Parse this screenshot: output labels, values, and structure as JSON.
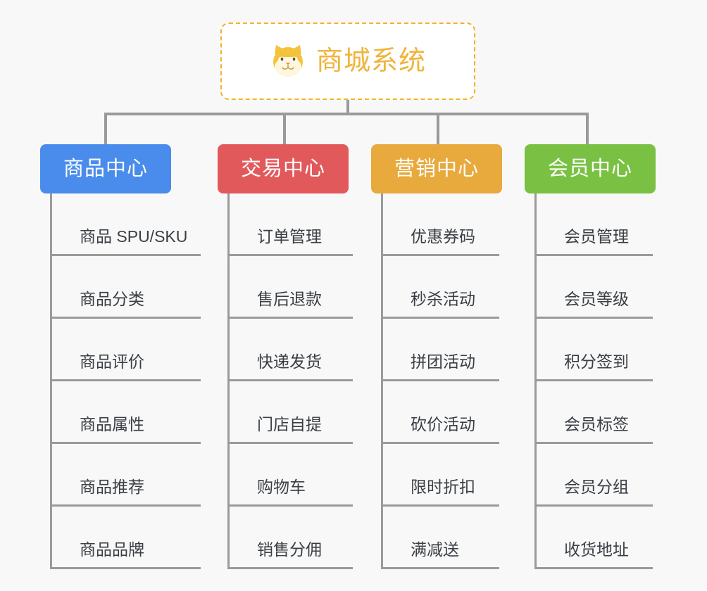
{
  "page": {
    "background_color": "#f8f8f8",
    "type": "mind-map"
  },
  "root": {
    "title": "商城系统",
    "icon": "shiba-dog-face-icon",
    "border_color": "#f0b429",
    "text_color": "#f0b43b",
    "background_color": "#ffffff"
  },
  "connector_color": "#9a9a9a",
  "branches": [
    {
      "label": "商品中心",
      "color": "#4a8ceb",
      "items": [
        "商品 SPU/SKU",
        "商品分类",
        "商品评价",
        "商品属性",
        "商品推荐",
        "商品品牌"
      ]
    },
    {
      "label": "交易中心",
      "color": "#e2595c",
      "items": [
        "订单管理",
        "售后退款",
        "快递发货",
        "门店自提",
        "购物车",
        "销售分佣"
      ]
    },
    {
      "label": "营销中心",
      "color": "#e8a93d",
      "items": [
        "优惠券码",
        "秒杀活动",
        "拼团活动",
        "砍价活动",
        "限时折扣",
        "满减送"
      ]
    },
    {
      "label": "会员中心",
      "color": "#7ac143",
      "items": [
        "会员管理",
        "会员等级",
        "积分签到",
        "会员标签",
        "会员分组",
        "收货地址"
      ]
    }
  ]
}
